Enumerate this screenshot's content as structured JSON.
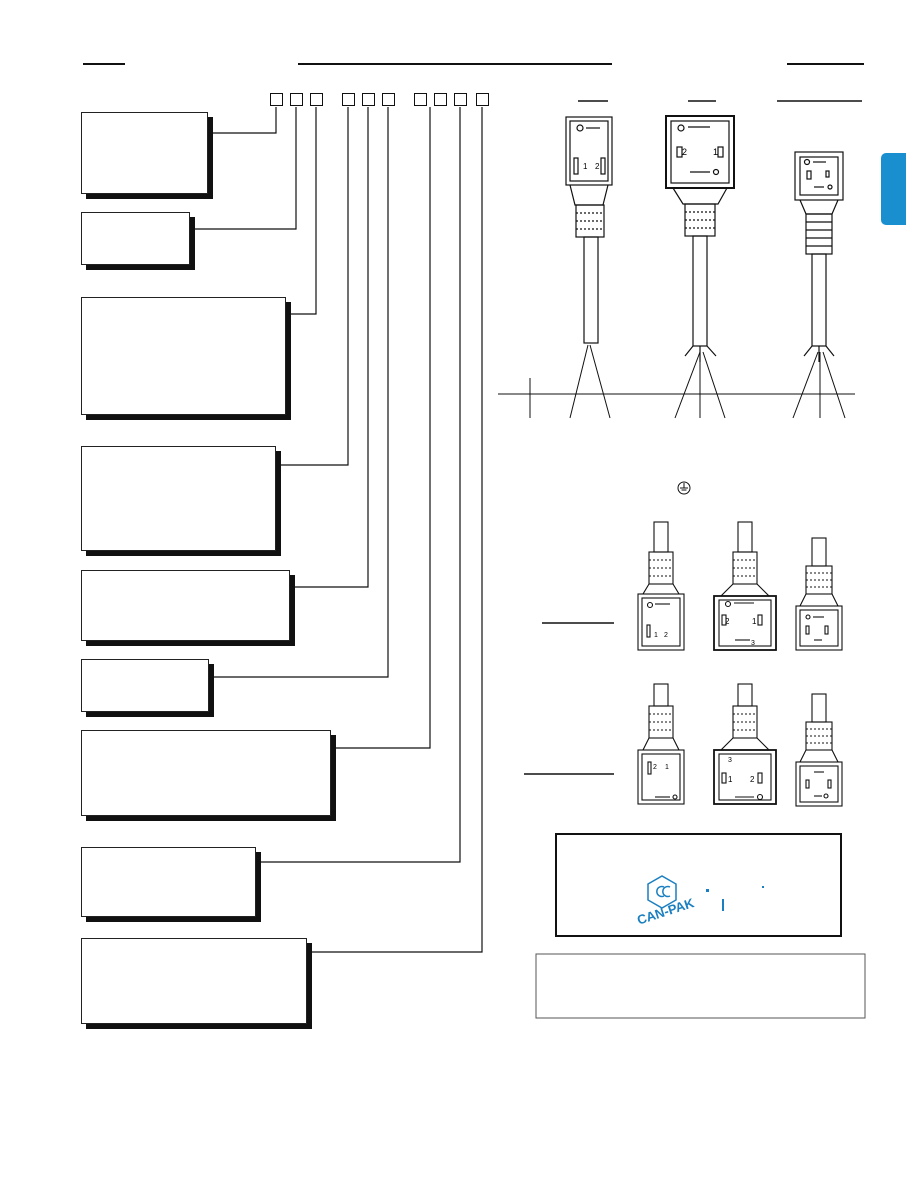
{
  "pin_labels": {
    "small_plug_left": "1",
    "small_plug_right": "2",
    "mid_plug_left": "2",
    "mid_plug_right": "1",
    "mid_plug_bottom": "3"
  },
  "logo": {
    "brand": "CAN-PAK"
  },
  "colors": {
    "accent": "#1a8fd0",
    "ink": "#111111"
  },
  "icons": [
    "ground-symbol-icon",
    "plug-connector-icon",
    "cable-icon",
    "can-pak-logo"
  ]
}
